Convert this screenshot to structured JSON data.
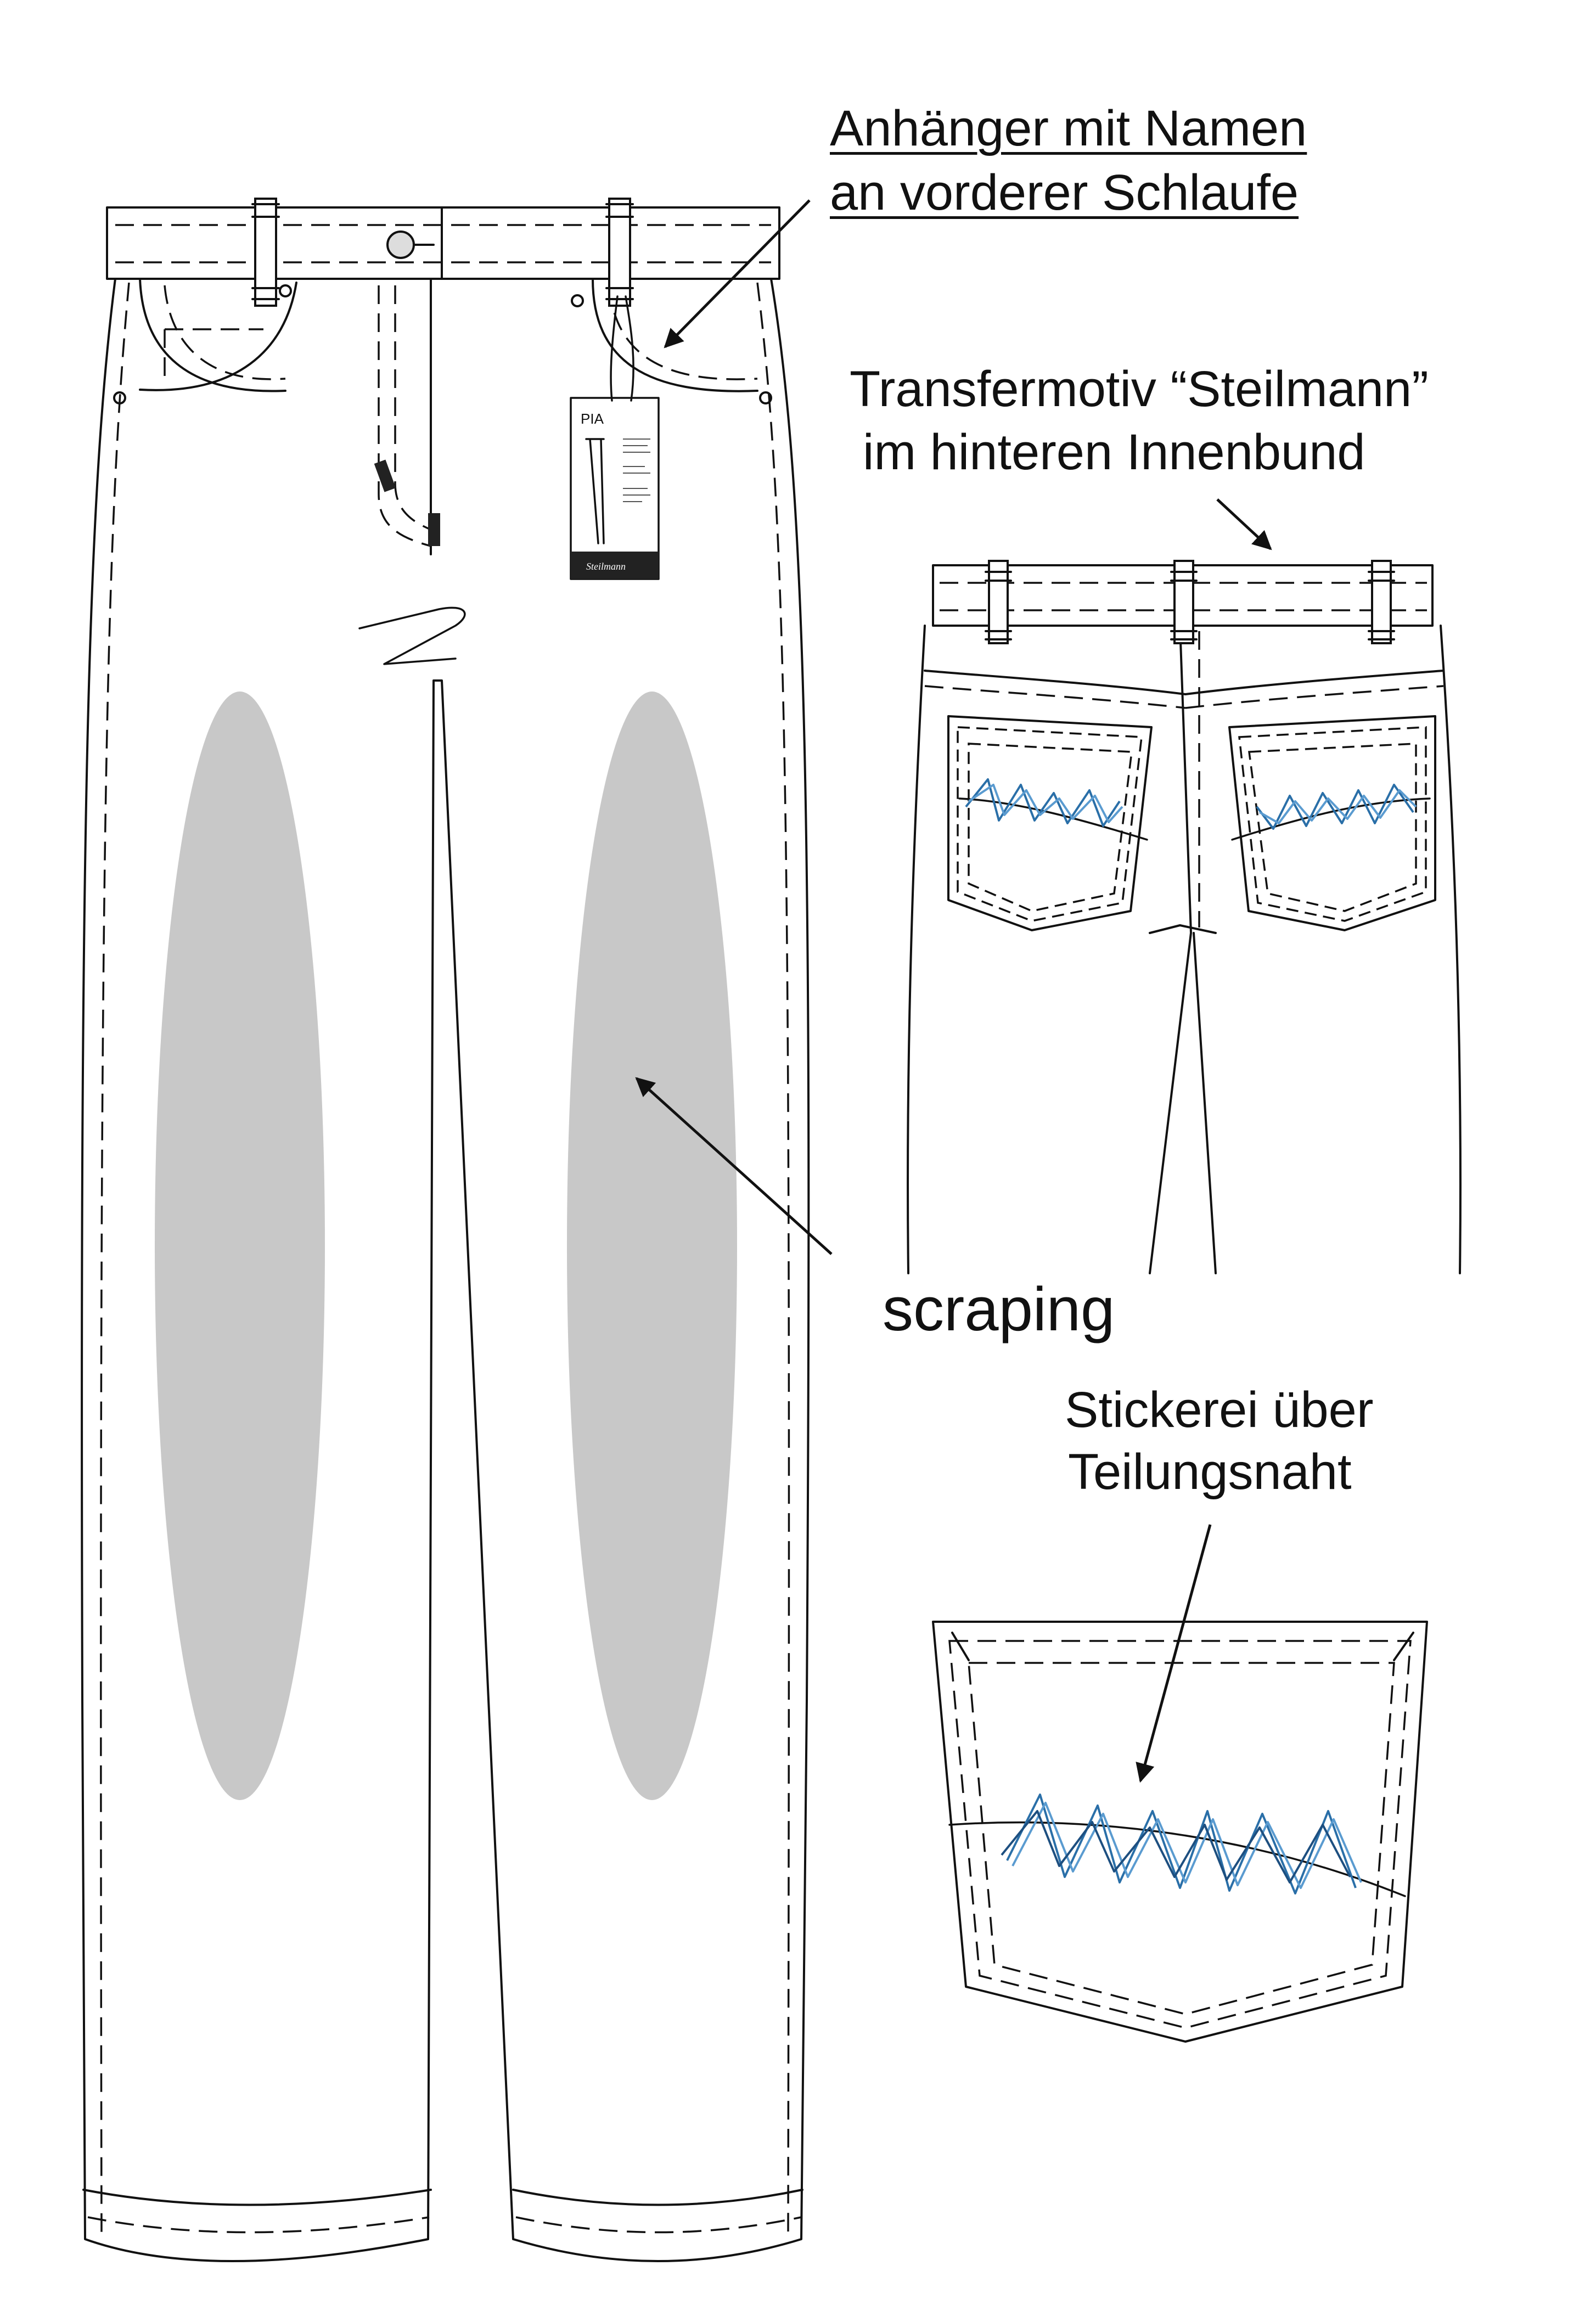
{
  "labels": {
    "tag_note_line1": "Anhänger mit Namen",
    "tag_note_line2": "an vorderer Schlaufe",
    "transfer_note_line1": "Transfermotiv “Steilmann”",
    "transfer_note_line2": "im hinteren Innenbund",
    "scraping": "scraping",
    "embroidery_note_line1": "Stickerei über",
    "embroidery_note_line2": "Teilungsnaht"
  },
  "hang_tag": {
    "name": "PIA",
    "brand": "Steilmann"
  },
  "colors": {
    "line": "#111111",
    "scraping_fill": "#c8c8c8",
    "embroidery": "#2a6fa8",
    "background": "#ffffff"
  }
}
